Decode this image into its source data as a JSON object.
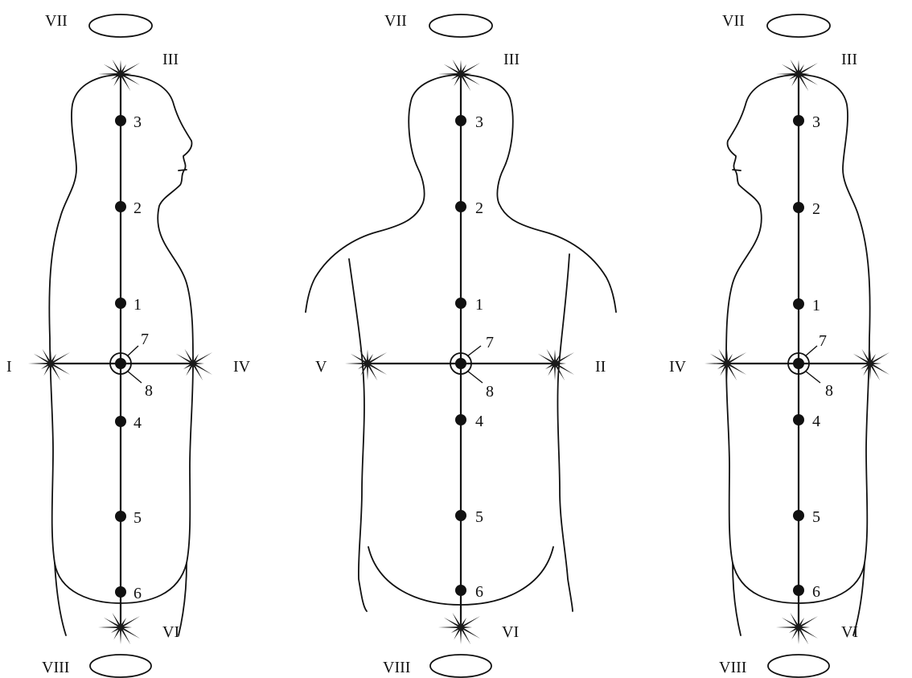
{
  "figures": [
    {
      "id": "left-profile",
      "top_oval_label": "VII",
      "bottom_oval_label": "VIII",
      "top_star_label": "III",
      "bottom_star_label": "VI",
      "left_star_label": "I",
      "right_star_label": "IV",
      "center_labels": [
        "7",
        "8"
      ],
      "points": [
        "3",
        "2",
        "1",
        "4",
        "5",
        "6"
      ]
    },
    {
      "id": "back-view",
      "top_oval_label": "VII",
      "bottom_oval_label": "VIII",
      "top_star_label": "III",
      "bottom_star_label": "VI",
      "left_star_label": "V",
      "right_star_label": "II",
      "center_labels": [
        "7",
        "8"
      ],
      "points": [
        "3",
        "2",
        "1",
        "4",
        "5",
        "6"
      ]
    },
    {
      "id": "right-profile",
      "top_oval_label": "VII",
      "bottom_oval_label": "VIII",
      "top_star_label": "III",
      "bottom_star_label": "VI",
      "left_star_label": "IV",
      "right_star_label": "",
      "center_labels": [
        "7",
        "8"
      ],
      "points": [
        "3",
        "2",
        "1",
        "4",
        "5",
        "6"
      ]
    }
  ]
}
